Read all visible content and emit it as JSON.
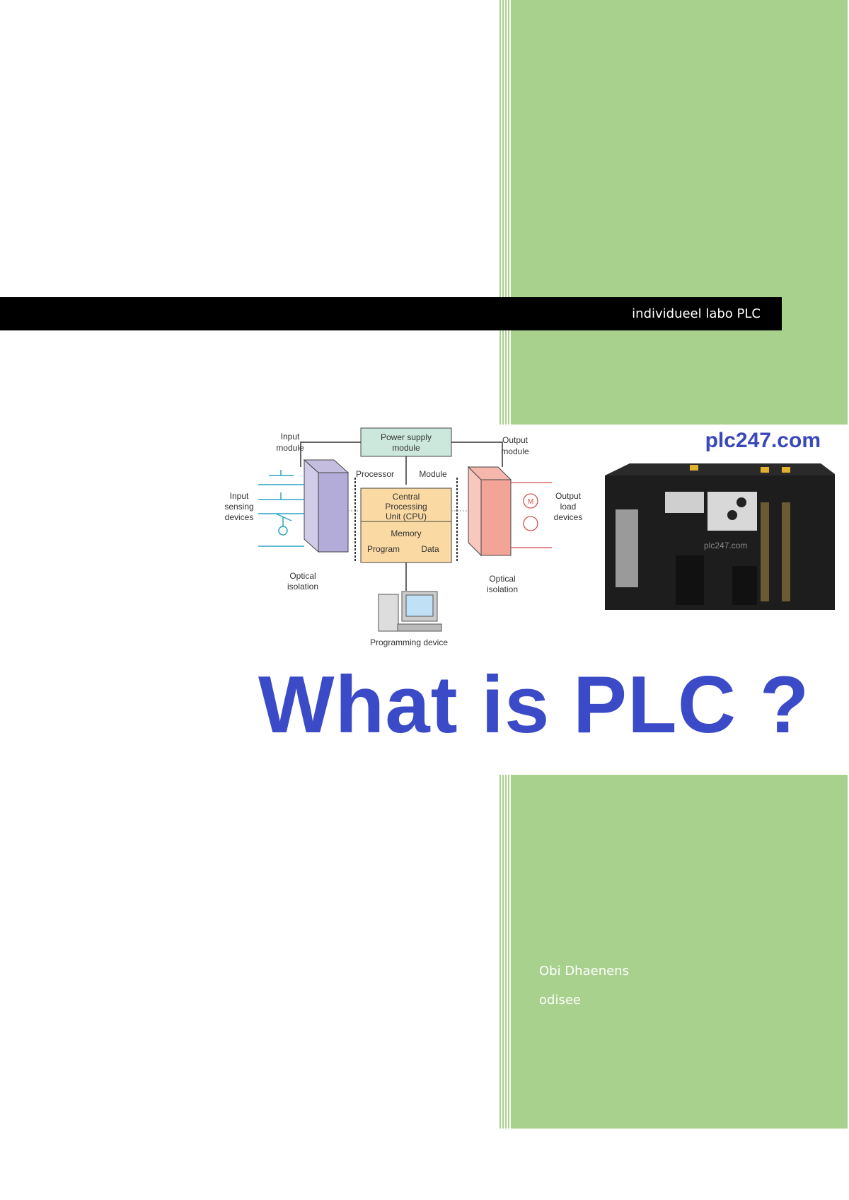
{
  "cover": {
    "subtitle_bar": "individueel labo PLC",
    "headline": "What is PLC ?",
    "author": "Obi Dhaenens",
    "organization": "odisee"
  },
  "figure": {
    "site_label": "plc247.com",
    "watermark": "plc247.com",
    "labels": {
      "input_module": [
        "Input",
        "module"
      ],
      "power_supply": [
        "Power supply",
        "module"
      ],
      "output_module": [
        "Output",
        "module"
      ],
      "input_sensing": [
        "Input",
        "sensing",
        "devices"
      ],
      "processor": "Processor",
      "module": "Module",
      "cpu": [
        "Central",
        "Processing",
        "Unit (CPU)"
      ],
      "memory": "Memory",
      "program": "Program",
      "data": "Data",
      "output_load": [
        "Output",
        "load",
        "devices"
      ],
      "optical_isolation_left": [
        "Optical",
        "isolation"
      ],
      "optical_isolation_right": [
        "Optical",
        "isolation"
      ],
      "programming_device": "Programming device"
    }
  },
  "colors": {
    "accent_green": "#a9d18e",
    "headline_blue": "#3b4bc8",
    "bar_black": "#000000"
  }
}
